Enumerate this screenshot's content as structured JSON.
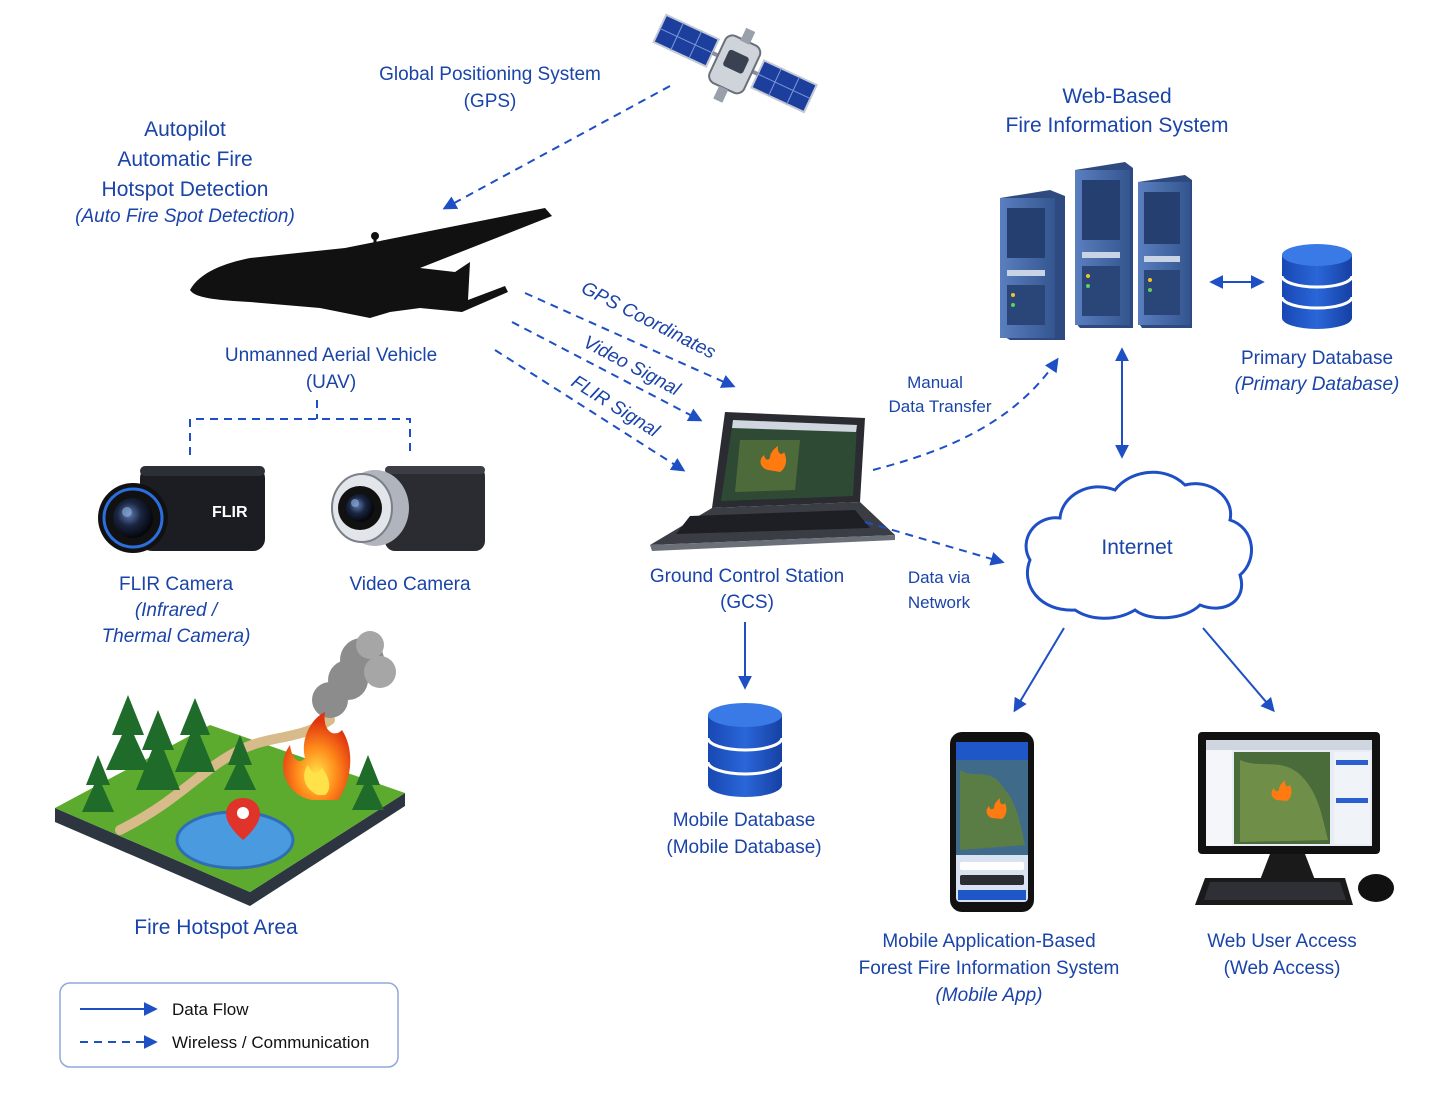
{
  "labels": {
    "gps": [
      "Global Positioning System",
      "(GPS)"
    ],
    "autopilot": [
      "Autopilot",
      "Automatic Fire",
      "Hotspot Detection",
      "(Auto Fire Spot Detection)"
    ],
    "uav": [
      "Unmanned Aerial Vehicle",
      "(UAV)"
    ],
    "flir_camera": [
      "FLIR Camera",
      "(Infrared /",
      "Thermal Camera)"
    ],
    "flir_brand": "FLIR",
    "video_camera": "Video Camera",
    "fire_hotspot": "Fire Hotspot Area",
    "gps_coordinates": "GPS Coordinates",
    "video_signal": "Video Signal",
    "flir_signal": "FLIR Signal",
    "gcs": [
      "Ground Control Station",
      "(GCS)"
    ],
    "mobile_db": [
      "Mobile Database",
      "(Mobile Database)"
    ],
    "manual_transfer": [
      "Manual",
      "Data Transfer"
    ],
    "web_system": [
      "Web-Based",
      "Fire Information System"
    ],
    "primary_db": [
      "Primary Database",
      "(Primary Database)"
    ],
    "data_network": [
      "Data via",
      "Network"
    ],
    "internet": "Internet",
    "mobile_app": [
      "Mobile Application-Based",
      "Forest Fire Information System",
      "(Mobile App)"
    ],
    "web_access": [
      "Web User Access",
      "(Web Access)"
    ]
  },
  "legend": {
    "data_flow": "Data Flow",
    "wireless": "Wireless / Communication"
  },
  "colors": {
    "label": "#1a44a8",
    "arrow": "#1f4fc4",
    "server": "#3f63a6",
    "db": "#1e56c8",
    "grass": "#5caa2e",
    "water": "#4a9ae0",
    "fire": "#ff7a10",
    "pin": "#e0332a",
    "black": "#111111"
  }
}
